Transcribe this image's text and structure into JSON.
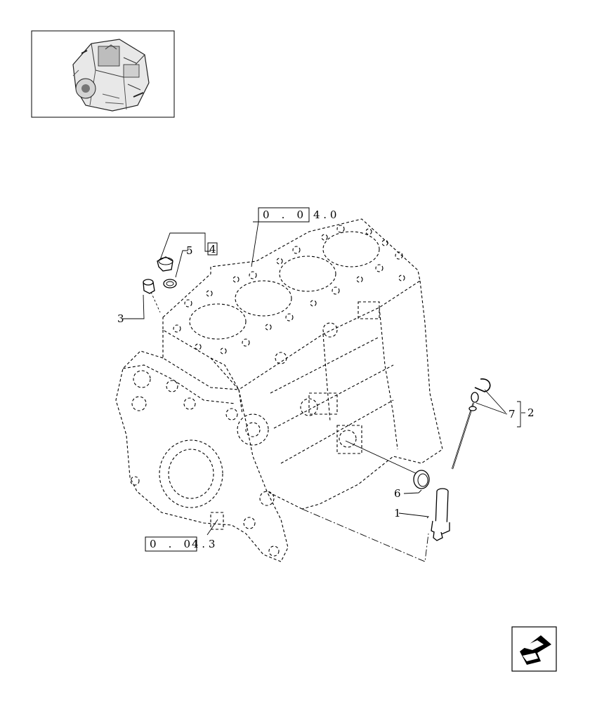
{
  "diagram": {
    "ref_top": {
      "box": "0 . 0",
      "suffix": "4 . 0"
    },
    "ref_bottom": {
      "box": "0 . 0",
      "suffix": "4 . 3"
    },
    "callouts": {
      "c1": "1",
      "c2": "2",
      "c3": "3",
      "c4": "4",
      "c5": "5",
      "c6": "6",
      "c7": "7"
    }
  },
  "nav": {
    "icon": "arrow-back-icon"
  }
}
